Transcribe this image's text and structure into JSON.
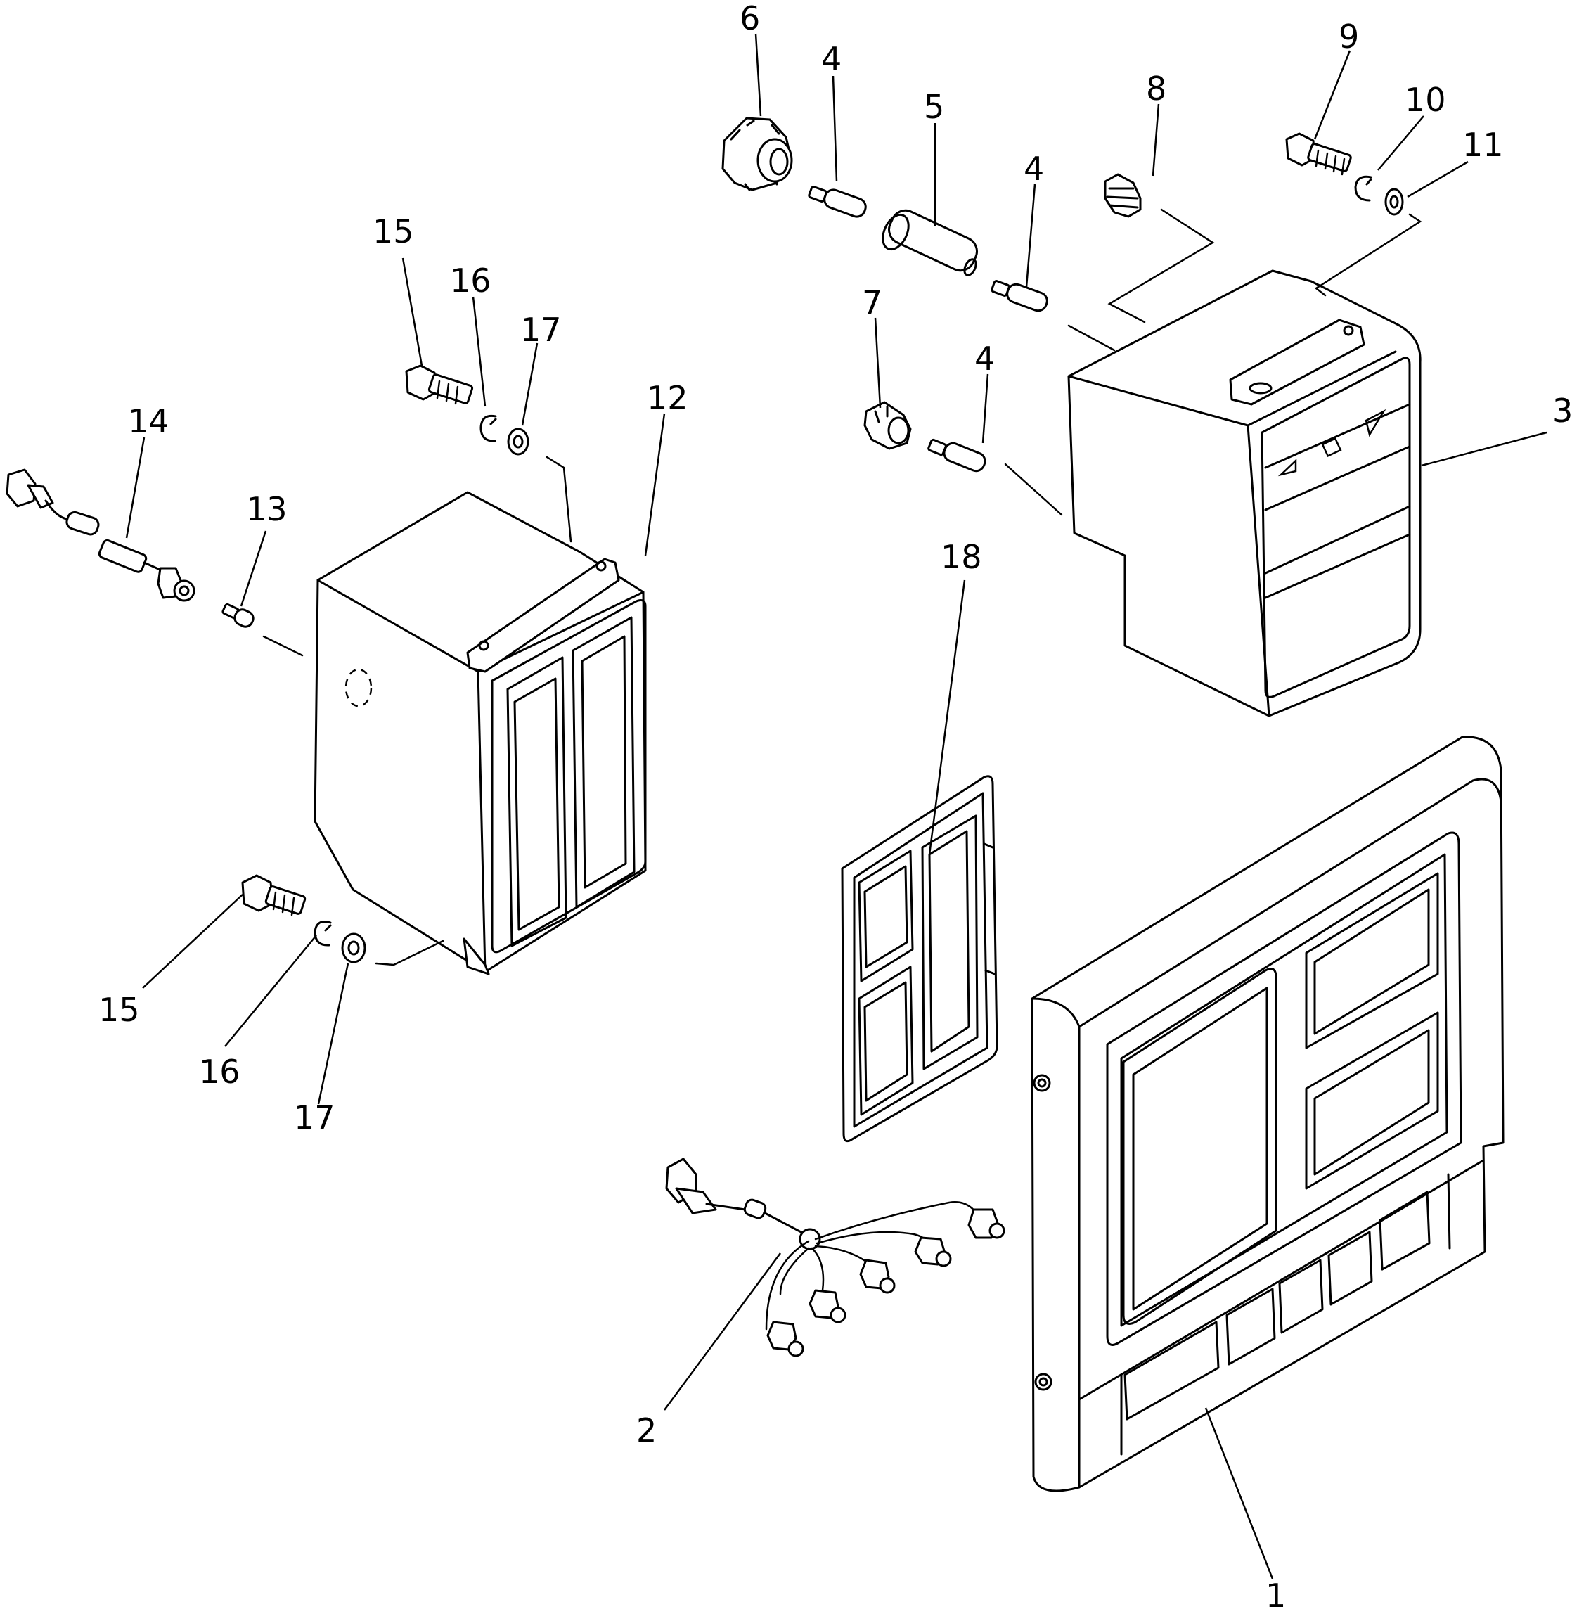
{
  "diagram": {
    "callouts": {
      "c1": "1",
      "c2": "2",
      "c3": "3",
      "c4a": "4",
      "c4b": "4",
      "c4c": "4",
      "c5": "5",
      "c6": "6",
      "c7": "7",
      "c8": "8",
      "c9": "9",
      "c10": "10",
      "c11": "11",
      "c12": "12",
      "c13": "13",
      "c14": "14",
      "c15a": "15",
      "c15b": "15",
      "c16a": "16",
      "c16b": "16",
      "c17a": "17",
      "c17b": "17",
      "c18": "18"
    }
  }
}
